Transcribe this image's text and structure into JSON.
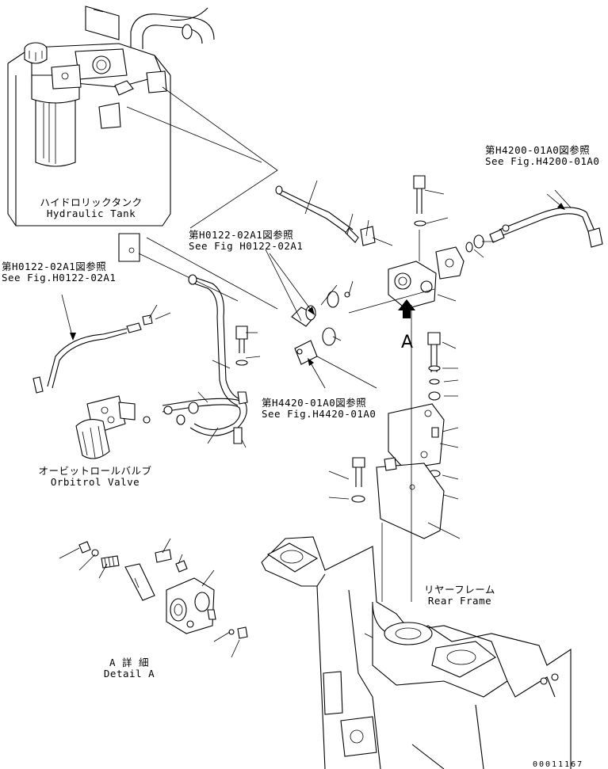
{
  "labels": {
    "hydraulic_tank_jp": "ハイドロリックタンク",
    "hydraulic_tank_en": "Hydraulic Tank",
    "ref_h0122_left_jp": "第H0122-02A1図参照",
    "ref_h0122_left_en": "See Fig.H0122-02A1",
    "ref_h0122_mid_jp": "第H0122-02A1図参照",
    "ref_h0122_mid_en": "See Fig H0122-02A1",
    "ref_h4200_jp": "第H4200-01A0図参照",
    "ref_h4200_en": "See Fig.H4200-01A0",
    "ref_h4420_jp": "第H4420-01A0図参照",
    "ref_h4420_en": "See Fig.H4420-01A0",
    "orbitrol_jp": "オービットロールバルブ",
    "orbitrol_en": "Orbitrol Valve",
    "rear_frame_jp": "リヤーフレーム",
    "rear_frame_en": "Rear Frame",
    "detail_jp": "A 詳 細",
    "detail_en": "Detail A",
    "view_marker": "A",
    "doc_number": "00011167"
  },
  "icons": [
    "view-arrow-icon"
  ]
}
